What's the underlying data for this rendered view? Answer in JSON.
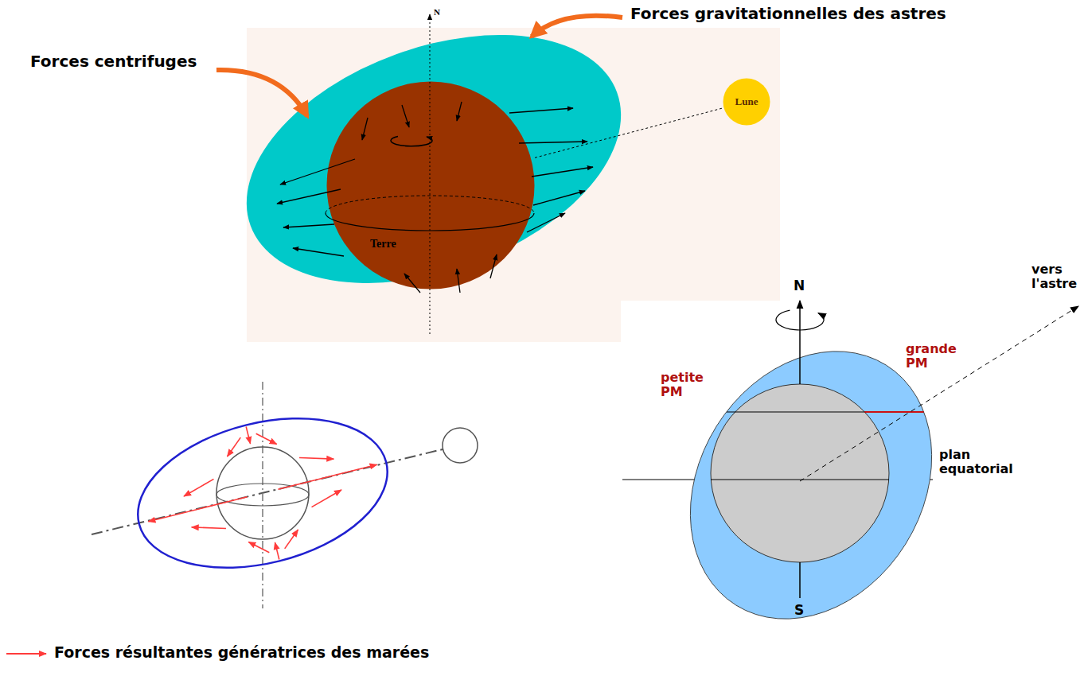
{
  "diagram": {
    "nodes": [
      {
        "text": [
          "Terre"
        ]
      },
      {
        "text": [
          "Lune"
        ]
      }
    ],
    "edges": [
      {
        "from": 0,
        "to": 1,
        "arrow": "none"
      }
    ],
    "labels": [
      "Forces gravitationnelles des astres",
      "Forces centrifuges",
      "N",
      "vers l'astre",
      "grande PM",
      "petite PM",
      "N",
      "plan equatorial",
      "S"
    ],
    "legend": [
      {
        "text": "Forces résultantes génératrices des marées"
      }
    ]
  }
}
